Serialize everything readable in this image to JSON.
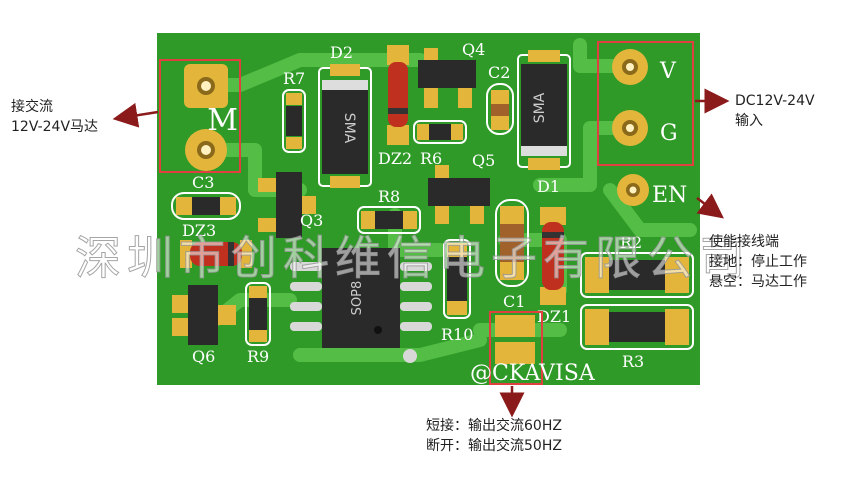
{
  "board": {
    "silkscreen": {
      "m": "M",
      "v": "V",
      "g": "G",
      "en": "EN",
      "copyright": "@CKAVISA"
    },
    "components": {
      "d2": "D2",
      "r7": "R7",
      "dz2": "DZ2",
      "q4": "Q4",
      "c2": "C2",
      "r6": "R6",
      "q5": "Q5",
      "d1": "D1",
      "c3": "C3",
      "dz3": "DZ3",
      "q3": "Q3",
      "r8": "R8",
      "r2": "R2",
      "c1": "C1",
      "r10": "R10",
      "dz1": "DZ1",
      "r3": "R3",
      "q6": "Q6",
      "r9": "R9"
    },
    "package_marks": {
      "sma": "SMA",
      "sop8": "SOP8"
    }
  },
  "annotations": {
    "motor_out": [
      "接交流",
      "12V-24V马达"
    ],
    "dc_in": [
      "DC12V-24V",
      "输入"
    ],
    "enable": [
      "使能接线端",
      "接地：停止工作",
      "悬空：马达工作"
    ],
    "freq": [
      "短接：输出交流60HZ",
      "断开：输出交流50HZ"
    ]
  },
  "watermark": "深圳市创科维信电子有限公司",
  "colors": {
    "pcb": "#2f9a28",
    "copper": "#4bb83f",
    "pad": "#e3b53a",
    "callout": "#e04040",
    "arrow": "#8b1a1a"
  }
}
